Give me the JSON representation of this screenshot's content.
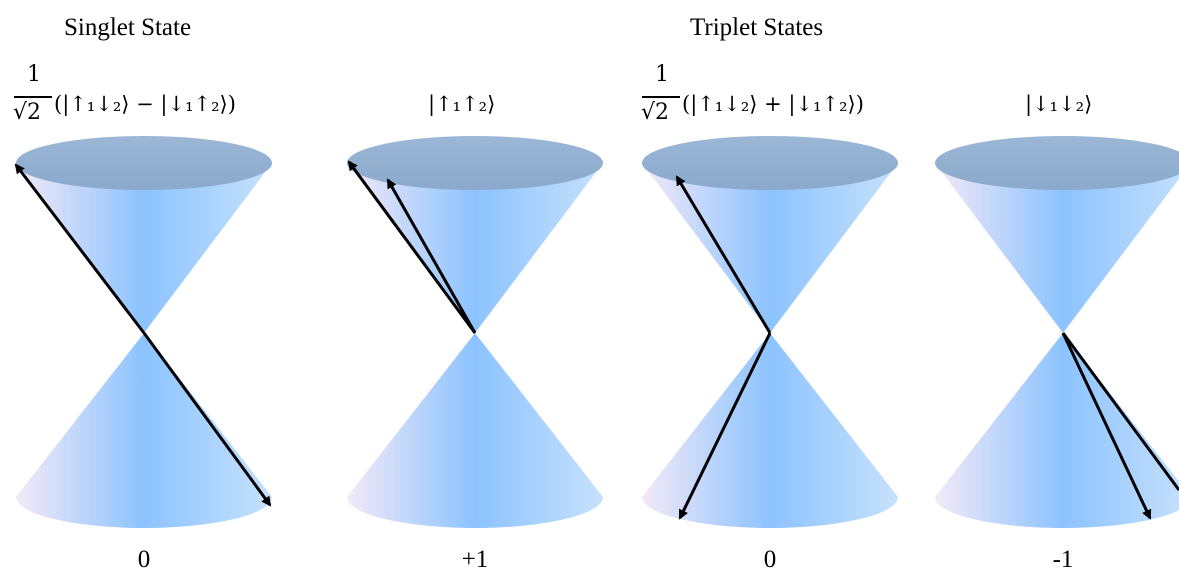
{
  "headings": {
    "singlet": "Singlet State",
    "triplet": "Triplet States"
  },
  "states": [
    {
      "frac_num": "1",
      "frac_den": "√2",
      "ket": "(|↑₁↓₂⟩ − |↓₁↑₂⟩)",
      "m_value": "0"
    },
    {
      "ket": "|↑₁↑₂⟩",
      "m_value": "+1"
    },
    {
      "frac_num": "1",
      "frac_den": "√2",
      "ket": "(|↑₁↓₂⟩ + |↓₁↑₂⟩)",
      "m_value": "0"
    },
    {
      "ket": "|↓₁↓₂⟩",
      "m_value": "-1"
    }
  ],
  "colors": {
    "cone_center": "#8cc3ff",
    "cone_edge": "#c6e0fb",
    "cone_left_tint": "#f2e8f6",
    "cap": "#93b2d4",
    "arrow": "#000000"
  }
}
